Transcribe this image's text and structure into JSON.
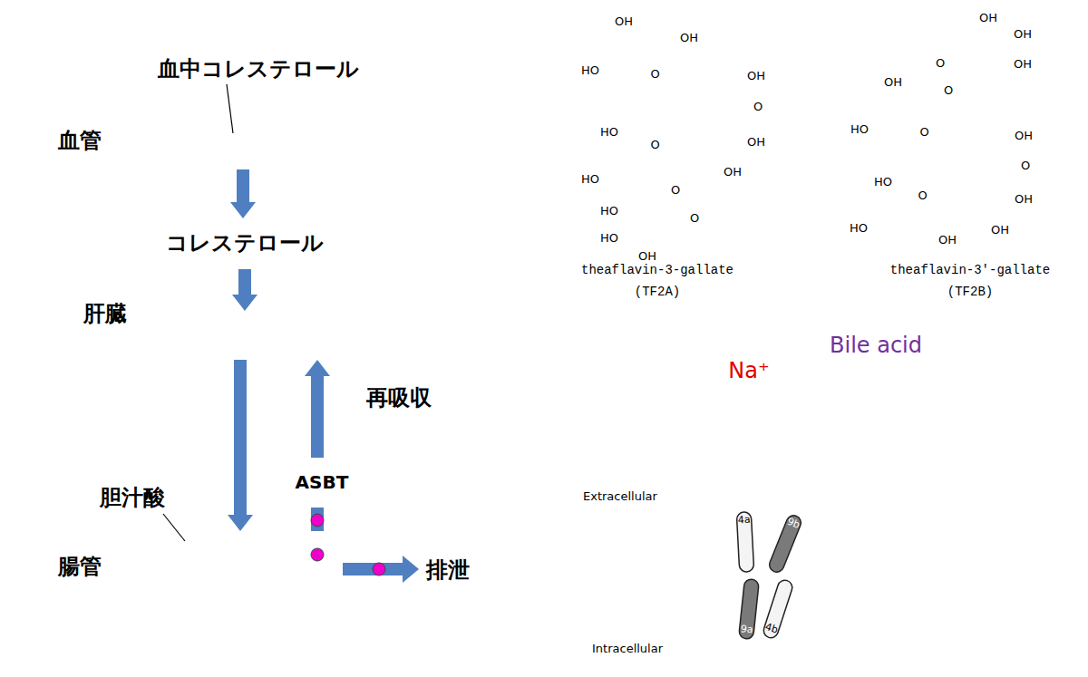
{
  "diagram": {
    "nodes": [
      {
        "text": [
          "血管"
        ]
      },
      {
        "text": [
          "肝臓"
        ]
      },
      {
        "text": [
          "コレステロール"
        ],
        "in": 1
      },
      {
        "text": [
          "胆汁酸"
        ],
        "in": 1
      },
      {
        "text": [
          "ASBT"
        ]
      },
      {
        "text": [
          "腸管"
        ]
      },
      {
        "text": [
          "4a"
        ]
      },
      {
        "text": [
          "9b"
        ]
      },
      {
        "text": [
          "9a"
        ]
      },
      {
        "text": [
          "4b"
        ]
      }
    ],
    "edges": [
      {
        "from": 0,
        "to": 2,
        "arrow": "to"
      },
      {
        "from": 2,
        "to": 3,
        "arrow": "to"
      },
      {
        "from": 3,
        "to": 5,
        "arrow": "to"
      },
      {
        "from": 5,
        "to": 4,
        "arrow": "none"
      },
      {
        "from": 4,
        "to": 3,
        "arrow": "to"
      }
    ],
    "labels": [
      "血中コレステロール",
      "再吸収",
      "胆汁酸",
      "排泄",
      "OH",
      "HO",
      "O",
      "OH",
      "OH",
      "O",
      "OH",
      "OH",
      "HO",
      "O",
      "HO",
      "O",
      "O",
      "HO",
      "HO",
      "OH",
      "theaflavin-3-gallate",
      "(TF2A)",
      "OH",
      "OH",
      "OH",
      "O",
      "O",
      "OH",
      "HO",
      "O",
      "OH",
      "O",
      "OH",
      "OH",
      "HO",
      "O",
      "HO",
      "OH",
      "theaflavin-3'-gallate",
      "(TF2B)",
      "Na⁺",
      "Bile acid",
      "Extracellular",
      "Intracellular"
    ]
  }
}
